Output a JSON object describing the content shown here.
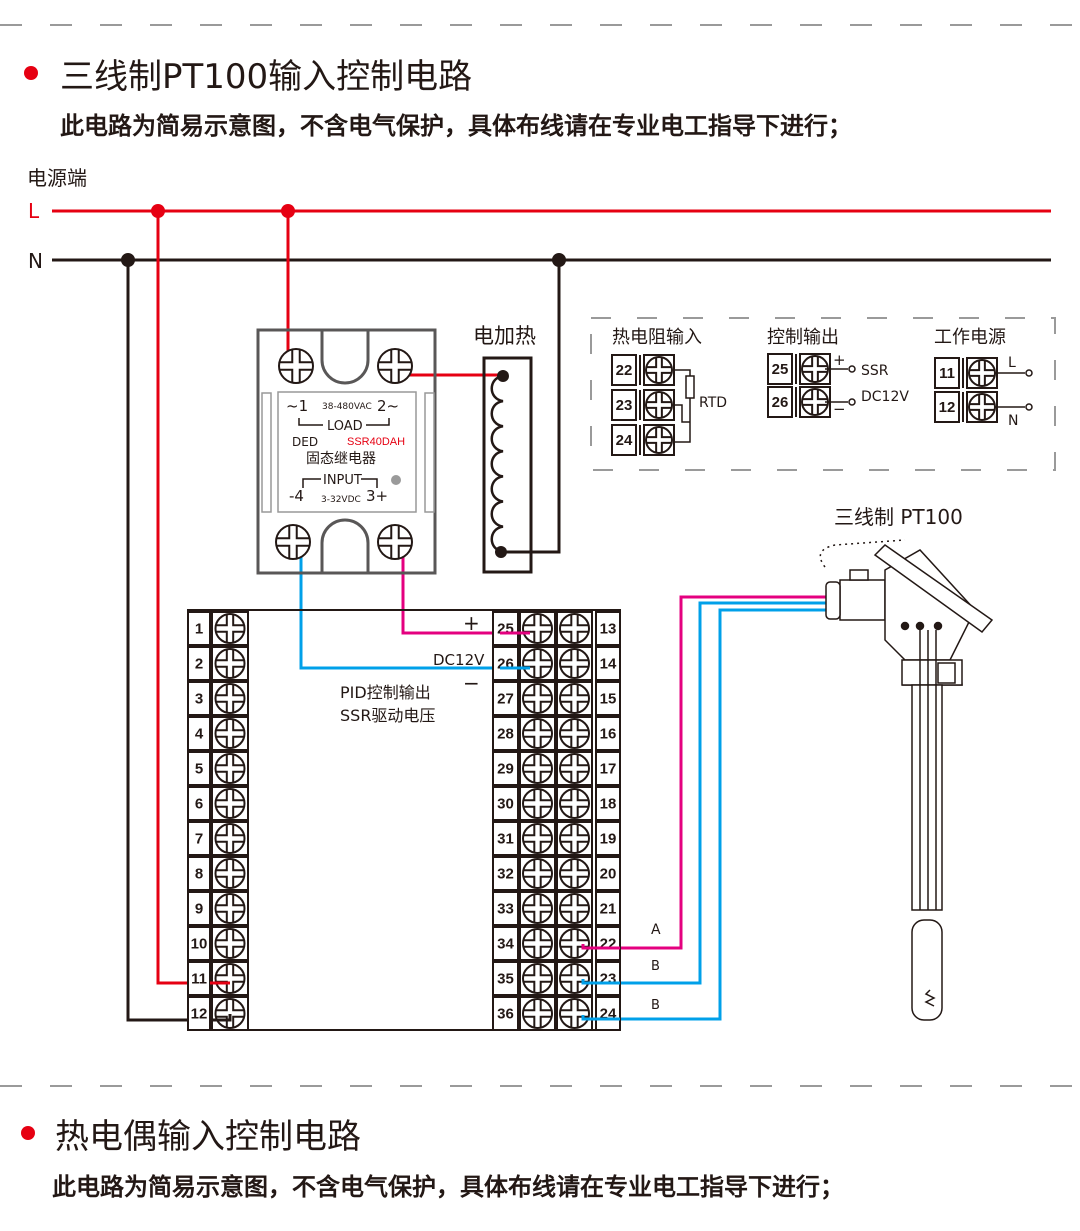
{
  "section1": {
    "title": "三线制PT100输入控制电路",
    "subtitle": "此电路为简易示意图，不含电气保护，具体布线请在专业电工指导下进行；"
  },
  "power": {
    "label": "电源端",
    "L": "L",
    "N": "N"
  },
  "ssr": {
    "load_left": "~1",
    "load_voltage": "38-480VAC",
    "load_right": "2~",
    "load_label": "LOAD",
    "brand": "DED",
    "model": "SSR40DAH",
    "name": "固态继电器",
    "input_label": "INPUT",
    "input_left": "-4",
    "input_voltage": "3-32VDC",
    "input_right": "3+"
  },
  "heater": {
    "label": "电加热"
  },
  "controller": {
    "left_terminals": [
      "1",
      "2",
      "3",
      "4",
      "5",
      "6",
      "7",
      "8",
      "9",
      "10",
      "11",
      "12"
    ],
    "right_inner_terminals": [
      "25",
      "26",
      "27",
      "28",
      "29",
      "30",
      "31",
      "32",
      "33",
      "34",
      "35",
      "36"
    ],
    "right_outer_terminals": [
      "13",
      "14",
      "15",
      "16",
      "17",
      "18",
      "19",
      "20",
      "21",
      "22",
      "23",
      "24"
    ],
    "plus": "+",
    "dc12v": "DC12V",
    "minus": "−",
    "pid_output": "PID控制输出",
    "ssr_drive": "SSR驱动电压"
  },
  "wire_labels": {
    "a": "A",
    "b1": "B",
    "b2": "B"
  },
  "sensor": {
    "label": "三线制  PT100"
  },
  "legend": {
    "rtd_title": "热电阻输入",
    "rtd_terminals": [
      "22",
      "23",
      "24"
    ],
    "rtd_label": "RTD",
    "out_title": "控制输出",
    "out_terminals": [
      "25",
      "26"
    ],
    "out_plus": "+",
    "out_minus": "−",
    "out_ssr": "SSR",
    "out_dc": "DC12V",
    "pwr_title": "工作电源",
    "pwr_terminals": [
      "11",
      "12"
    ],
    "pwr_L": "L",
    "pwr_N": "N"
  },
  "section2": {
    "title": "热电偶输入控制电路",
    "subtitle": "此电路为简易示意图，不含电气保护，具体布线请在专业电工指导下进行；"
  },
  "colors": {
    "red": "#e60012",
    "magenta": "#e4007f",
    "blue": "#00a0e9",
    "dark": "#231815",
    "dash": "#9a9a9a"
  }
}
